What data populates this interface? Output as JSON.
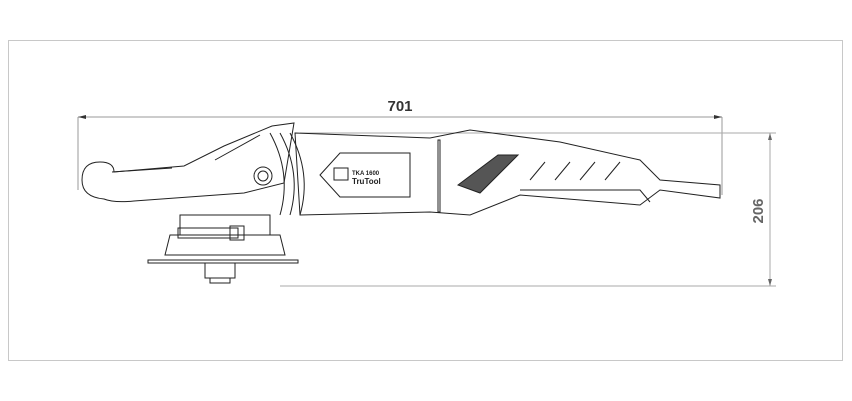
{
  "drawing": {
    "width_dimension": "701",
    "height_dimension": "206",
    "label_model": "TKA 1600",
    "label_brand": "TruTool"
  },
  "colors": {
    "line": "#222222",
    "dim_text": "#555555",
    "frame": "#c8c8c8"
  }
}
